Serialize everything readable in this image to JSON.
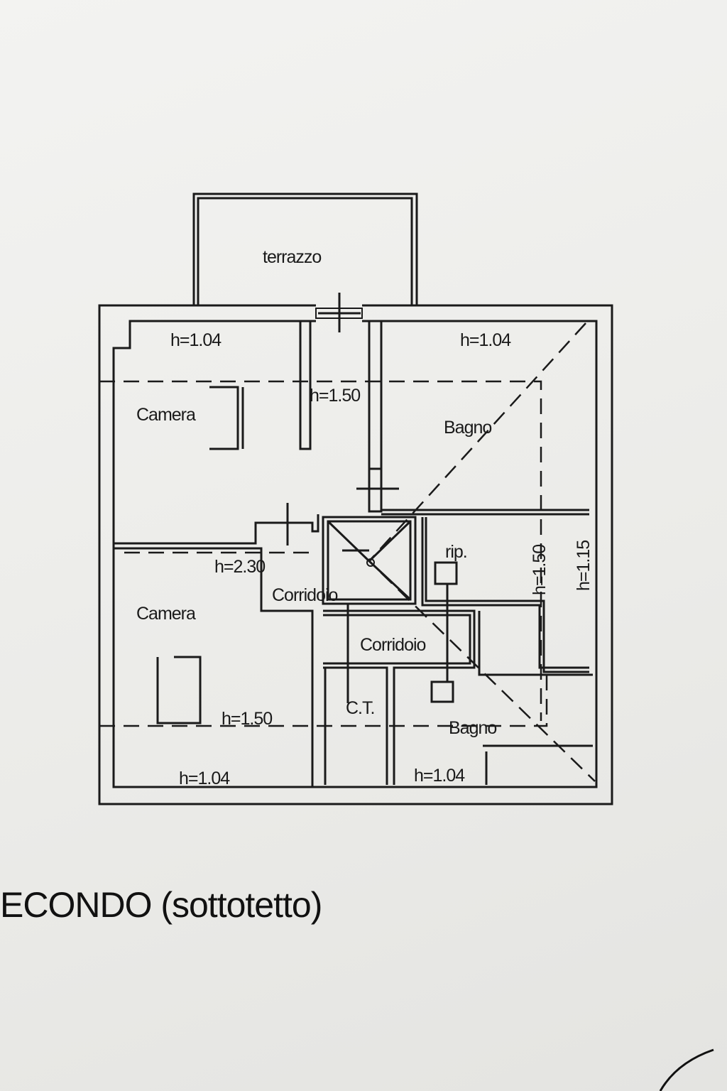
{
  "plan": {
    "title": "ECONDO (sottotetto)",
    "rooms": {
      "terrazzo": "terrazzo",
      "camera_top": "Camera",
      "camera_bottom": "Camera",
      "bagno_top": "Bagno",
      "bagno_bottom": "Bagno",
      "corridoio_1": "Corridoio",
      "corridoio_2": "Corridoio",
      "ripostiglio": "rip.",
      "ct": "C.T."
    },
    "heights": {
      "camera_top": "h=1.04",
      "bagno_top": "h=1.04",
      "center_top": "h=1.50",
      "corridoio": "h=2.30",
      "right_1": "h=1.50",
      "right_2": "h=1.15",
      "camera_bottom_mid": "h=1.50",
      "camera_bottom": "h=1.04",
      "bagno_bottom": "h=1.04"
    }
  }
}
